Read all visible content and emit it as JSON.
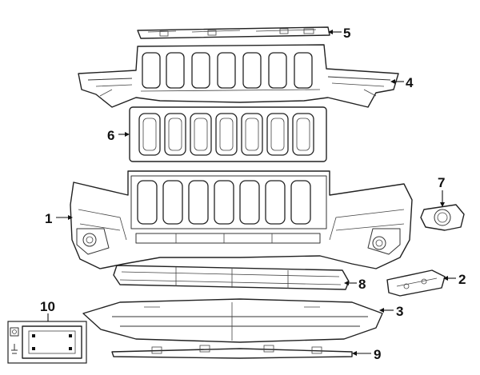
{
  "diagram": {
    "callouts": [
      {
        "id": "1",
        "label": "1"
      },
      {
        "id": "2",
        "label": "2"
      },
      {
        "id": "3",
        "label": "3"
      },
      {
        "id": "4",
        "label": "4"
      },
      {
        "id": "5",
        "label": "5"
      },
      {
        "id": "6",
        "label": "6"
      },
      {
        "id": "7",
        "label": "7"
      },
      {
        "id": "8",
        "label": "8"
      },
      {
        "id": "9",
        "label": "9"
      },
      {
        "id": "10",
        "label": "10"
      }
    ],
    "colors": {
      "line": "#222222",
      "background": "#ffffff"
    }
  }
}
